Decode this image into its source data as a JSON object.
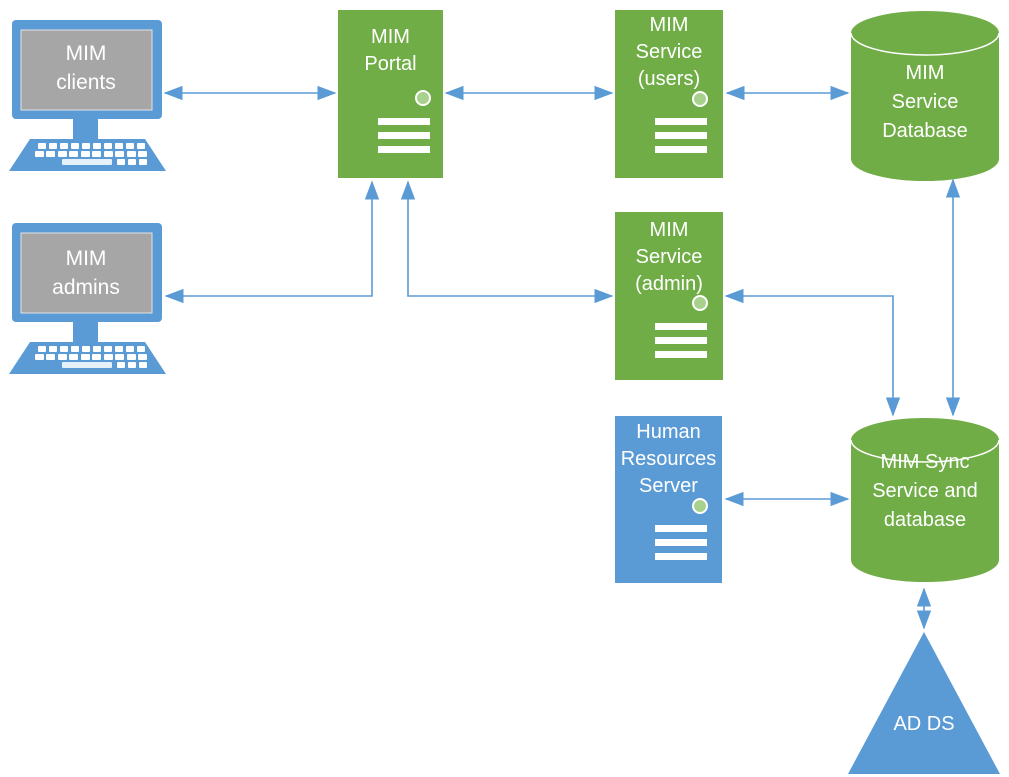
{
  "diagram": {
    "description": "MIM topology diagram",
    "colors": {
      "node_green": "#70AD47",
      "node_blue": "#5B9BD5",
      "screen_gray": "#A6A6A6",
      "connector_blue": "#5B9BD5",
      "power_dot_green": "#A9D18E",
      "text_white": "#FFFFFF",
      "background": "#FFFFFF"
    },
    "nodes": {
      "mim_clients": {
        "type": "desktop-computer",
        "label": "MIM clients",
        "lines": [
          "MIM",
          "clients"
        ]
      },
      "mim_admins": {
        "type": "desktop-computer",
        "label": "MIM admins",
        "lines": [
          "MIM",
          "admins"
        ]
      },
      "mim_portal": {
        "type": "server",
        "label": "MIM Portal",
        "lines": [
          "MIM",
          "Portal"
        ]
      },
      "mim_service_users": {
        "type": "server",
        "label": "MIM Service (users)",
        "lines": [
          "MIM",
          "Service",
          "(users)"
        ]
      },
      "mim_service_database": {
        "type": "database-cylinder",
        "label": "MIM Service Database",
        "lines": [
          "MIM",
          "Service",
          "Database"
        ]
      },
      "mim_service_admin": {
        "type": "server",
        "label": "MIM Service (admin)",
        "lines": [
          "MIM",
          "Service",
          "(admin)"
        ]
      },
      "human_resources_server": {
        "type": "server",
        "label": "Human Resources Server",
        "lines": [
          "Human",
          "Resources",
          "Server"
        ]
      },
      "mim_sync": {
        "type": "database-cylinder",
        "label": "MIM Sync Service and database",
        "lines": [
          "MIM Sync",
          "Service and",
          "database"
        ]
      },
      "ad_ds": {
        "type": "triangle",
        "label": "AD DS",
        "lines": [
          "AD DS"
        ]
      }
    },
    "connections": [
      {
        "from": "mim_clients",
        "to": "mim_portal",
        "direction": "bidirectional",
        "shape": "straight-horizontal"
      },
      {
        "from": "mim_portal",
        "to": "mim_service_users",
        "direction": "bidirectional",
        "shape": "straight-horizontal"
      },
      {
        "from": "mim_service_users",
        "to": "mim_service_database",
        "direction": "bidirectional",
        "shape": "straight-horizontal"
      },
      {
        "from": "mim_admins",
        "to": "mim_portal",
        "direction": "bidirectional",
        "shape": "elbow"
      },
      {
        "from": "mim_portal",
        "to": "mim_service_admin",
        "direction": "bidirectional",
        "shape": "elbow"
      },
      {
        "from": "mim_service_admin",
        "to": "mim_sync",
        "direction": "bidirectional",
        "shape": "elbow"
      },
      {
        "from": "mim_service_database",
        "to": "mim_sync",
        "direction": "bidirectional",
        "shape": "straight-vertical"
      },
      {
        "from": "human_resources_server",
        "to": "mim_sync",
        "direction": "bidirectional",
        "shape": "straight-horizontal"
      },
      {
        "from": "mim_sync",
        "to": "ad_ds",
        "direction": "bidirectional",
        "shape": "straight-vertical"
      }
    ]
  }
}
